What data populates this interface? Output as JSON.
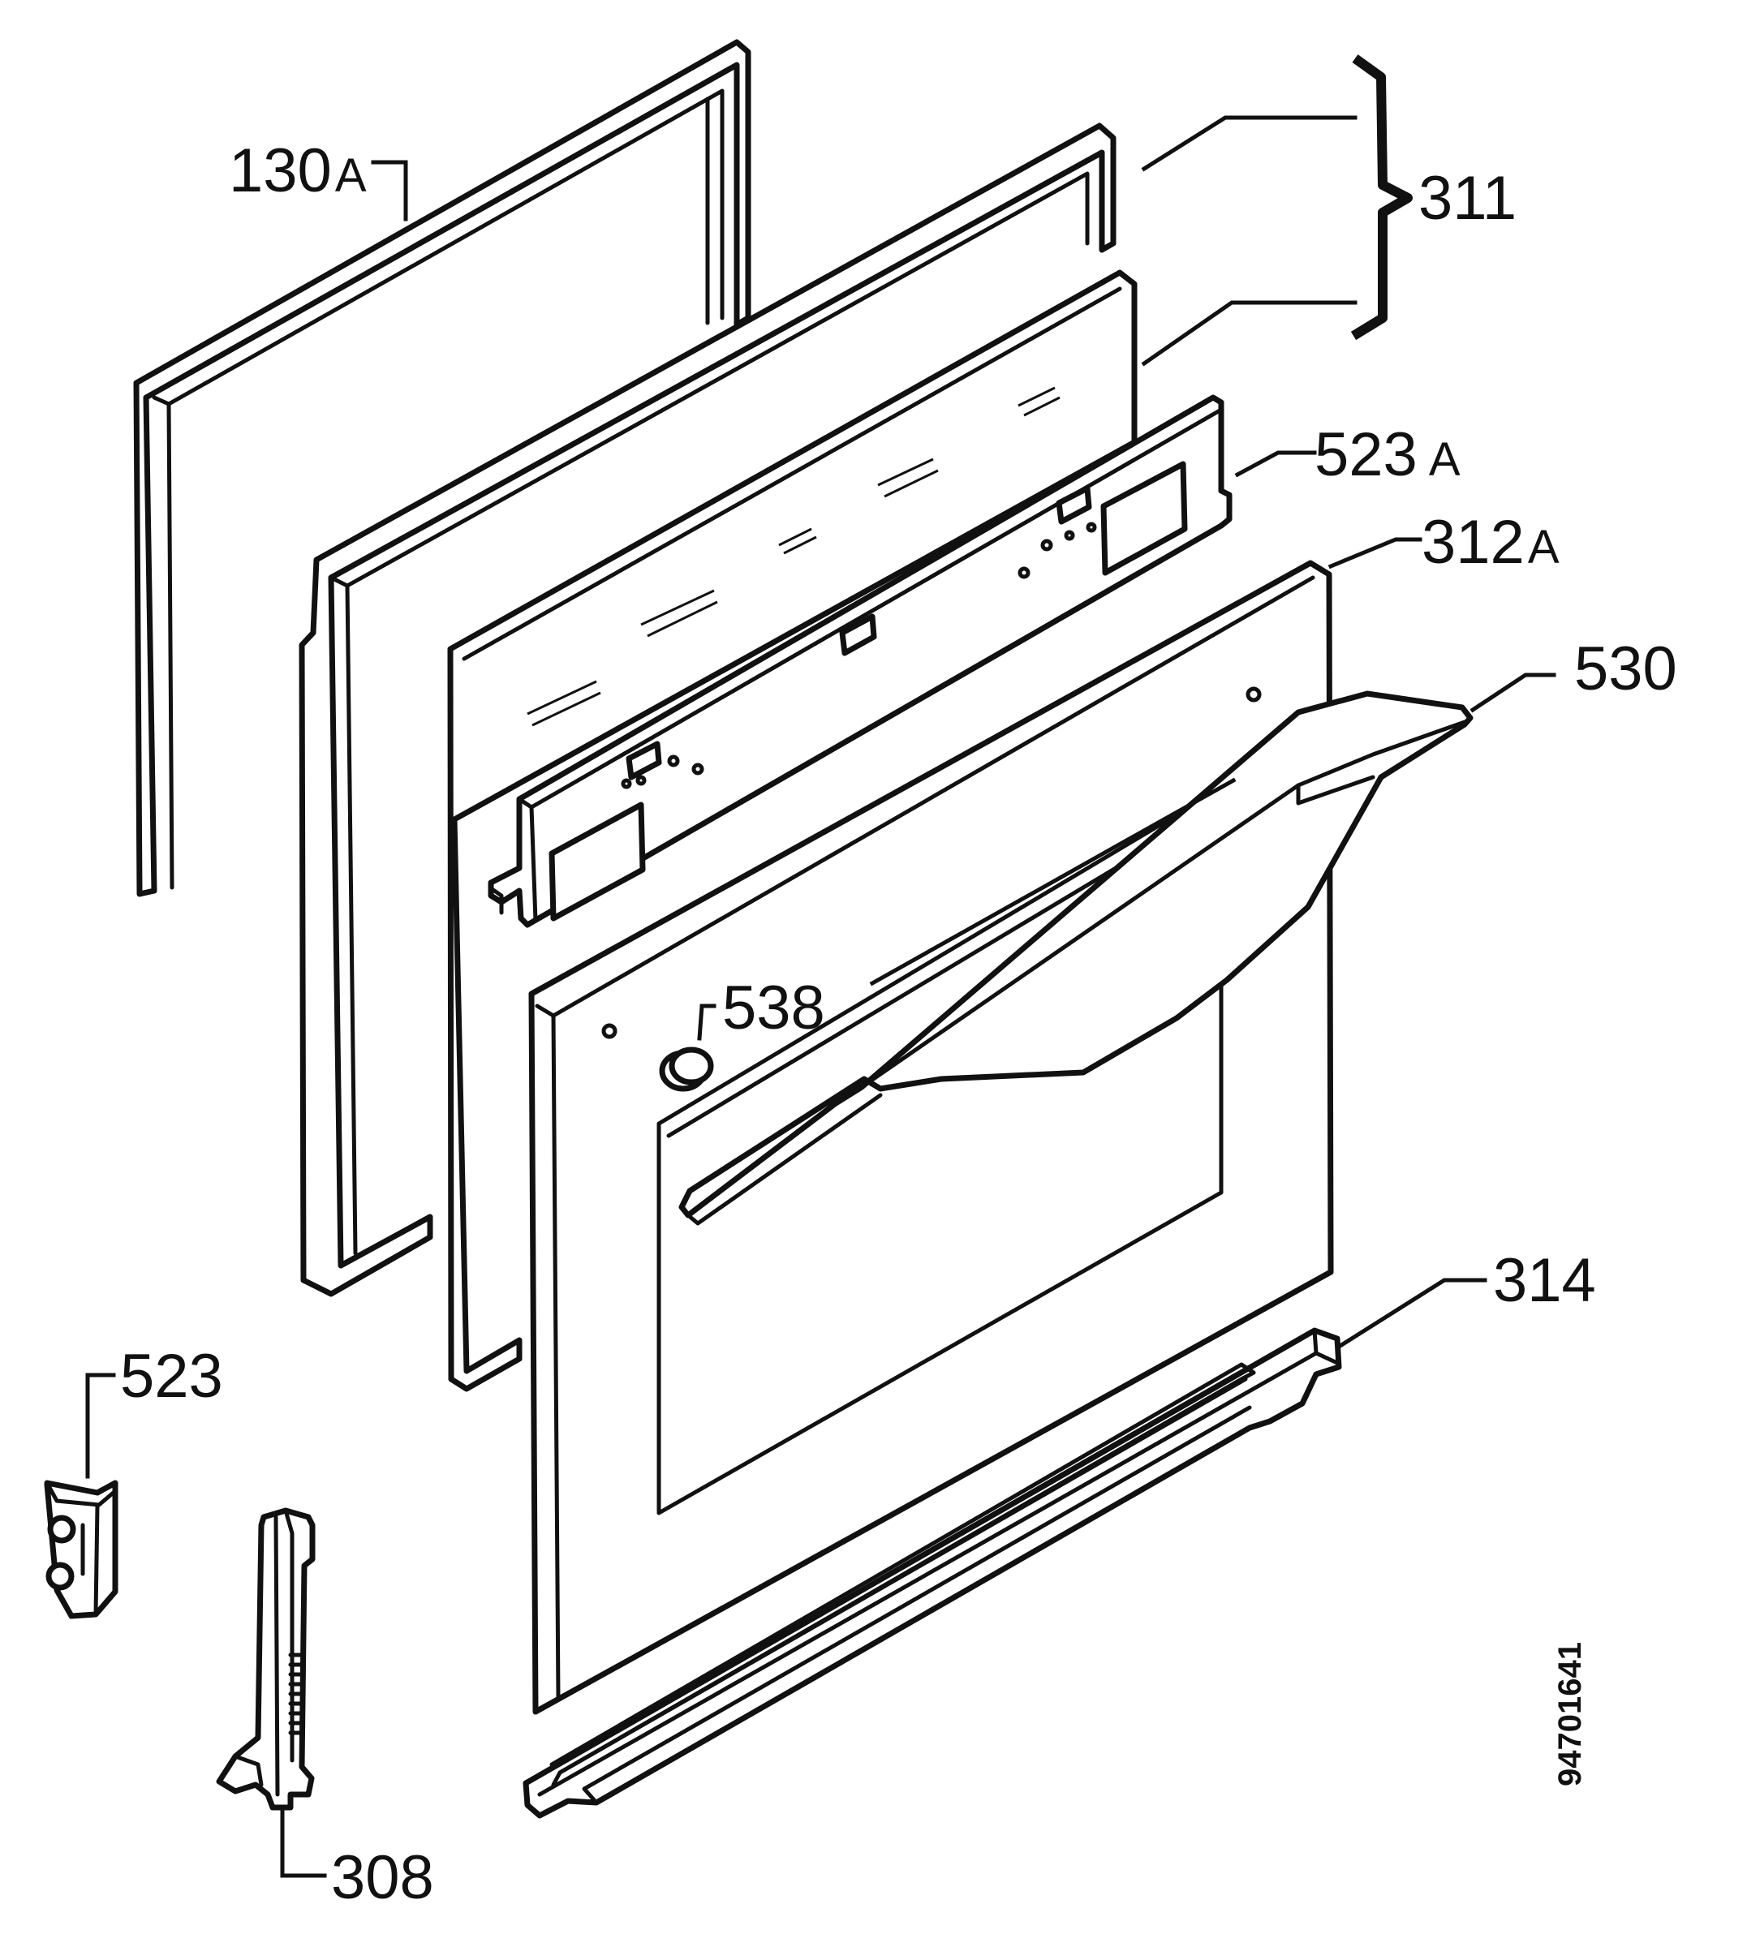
{
  "labels": {
    "p130A": {
      "num": "130",
      "suffix": "A"
    },
    "p311": "311",
    "p523A": {
      "num": "523",
      "suffix": "A"
    },
    "p312A": {
      "num": "312",
      "suffix": "A"
    },
    "p530": "530",
    "p538": "538",
    "p314": "314",
    "p523": "523",
    "p308": "308"
  },
  "document_number": "94701641"
}
